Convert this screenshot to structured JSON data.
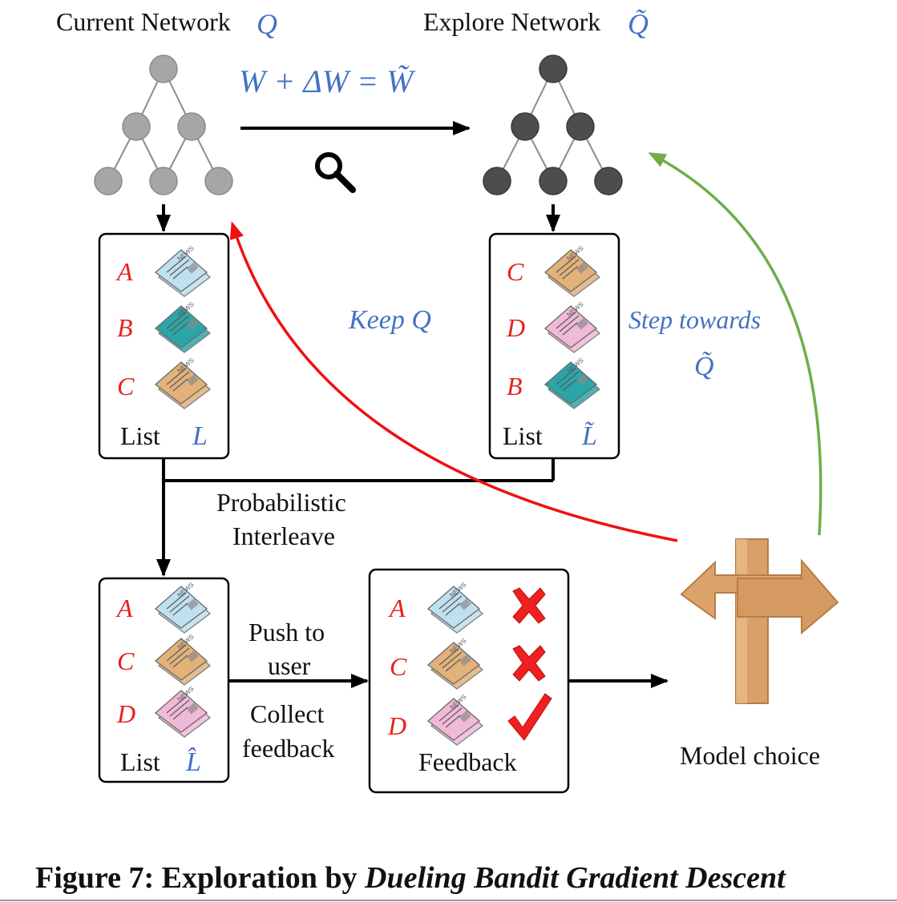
{
  "colors": {
    "current_node": "#a6a6a6",
    "explore_node": "#4d4d4d",
    "label_blue": "#4472c4",
    "label_red": "#e8211f",
    "keep_arrow": "#ee1111",
    "step_arrow": "#70ad47",
    "news_blue": "#bfe0f0",
    "news_teal": "#2aa6a8",
    "news_orange": "#e2b27a",
    "news_pink": "#f1b9d8",
    "signpost": "#d9a06a"
  },
  "networks": {
    "current": {
      "title": "Current Network",
      "symbol": "Q"
    },
    "explore": {
      "title": "Explore Network",
      "symbol": "Q̃"
    },
    "update_formula": "W + ΔW = W̃",
    "search_icon": "magnifier-icon"
  },
  "lists": {
    "current": {
      "items": [
        "A",
        "B",
        "C"
      ],
      "word": "List",
      "symbol": "L"
    },
    "explore": {
      "items": [
        "C",
        "D",
        "B"
      ],
      "word": "List",
      "symbol": "L̃"
    },
    "interleaved": {
      "items": [
        "A",
        "C",
        "D"
      ],
      "word": "List",
      "symbol": "L̂"
    }
  },
  "labels": {
    "keep": "Keep Q",
    "step_line1": "Step towards",
    "step_line2": "Q̃",
    "interleave_line1": "Probabilistic",
    "interleave_line2": "Interleave",
    "push_line1": "Push to",
    "push_line2": "user",
    "collect_line1": "Collect",
    "collect_line2": "feedback",
    "model_choice": "Model choice"
  },
  "feedback": {
    "title": "Feedback",
    "rows": [
      {
        "item": "A",
        "result": "cross-icon"
      },
      {
        "item": "C",
        "result": "cross-icon"
      },
      {
        "item": "D",
        "result": "check-icon"
      }
    ]
  },
  "caption": {
    "prefix": "Figure 7: Exploration by ",
    "emphasis": "Dueling Bandit Gradient Descent"
  }
}
